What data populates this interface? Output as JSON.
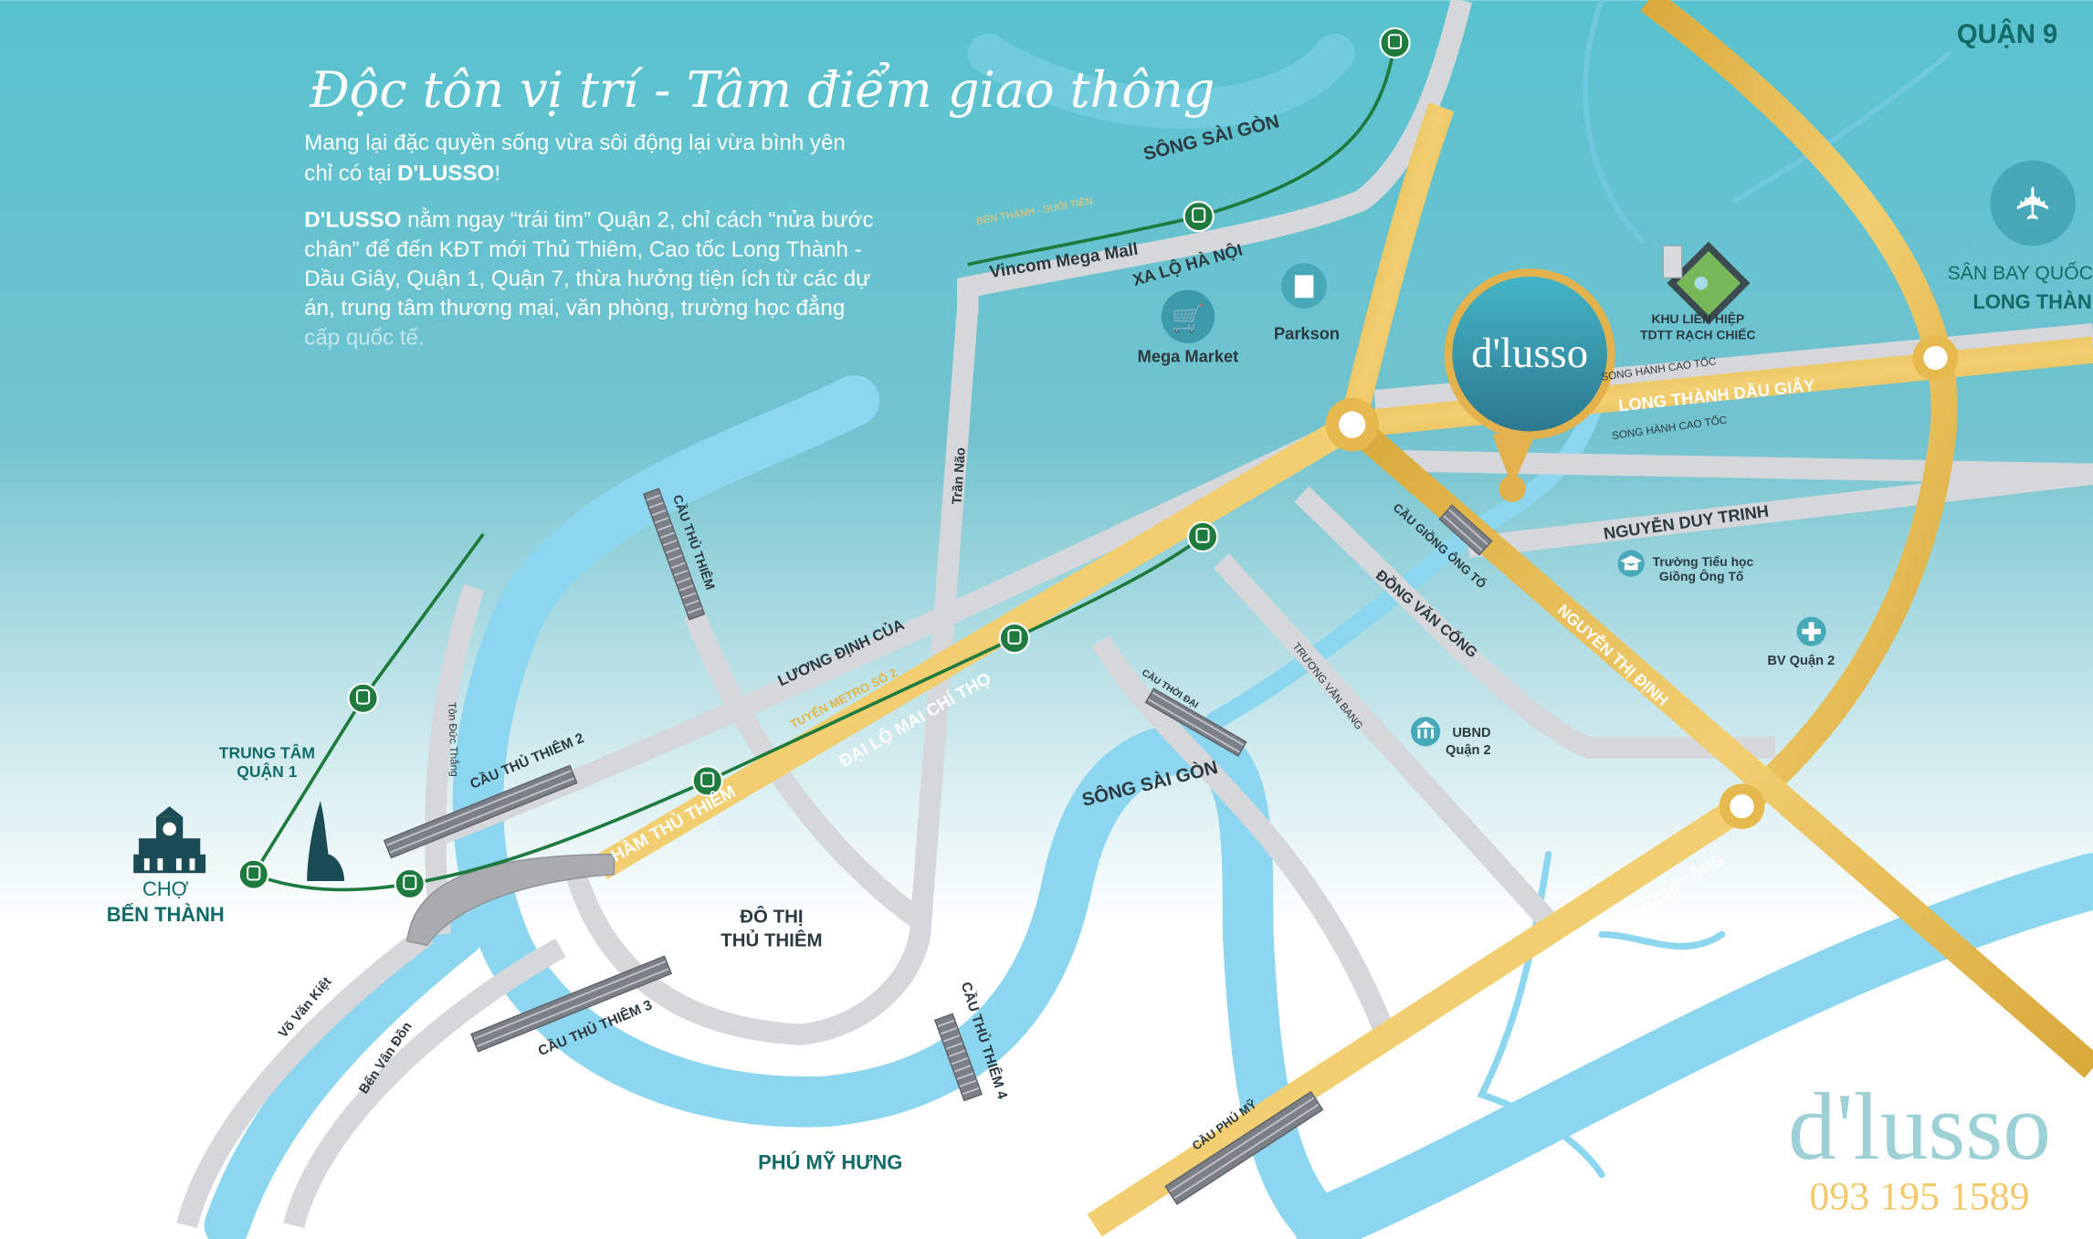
{
  "header": {
    "title": "Độc tôn vị trí - Tâm điểm giao thông",
    "intro_line1": "Mang lại đặc quyền sống vừa sôi động lại vừa bình yên",
    "intro_line2_prefix": "chỉ có tại ",
    "intro_brand": "D'LUSSO",
    "intro_suffix": "!",
    "body_brand": "D'LUSSO",
    "body_line1": " nằm ngay “trái tim” Quận 2, chỉ cách “nửa bước",
    "body_line2": "chân” để đến KĐT mới Thủ Thiêm, Cao tốc Long Thành -",
    "body_line3": "Dầu Giây, Quận 1, Quận 7, thừa hưởng tiện ích từ các dự",
    "body_line4": "án, trung tâm thương mại, văn phòng, trường học đẳng",
    "body_line5": "cấp quốc tế."
  },
  "districts": {
    "quan9": "QUẬN 9",
    "airport_line1": "SÂN BAY QUỐC TẾ",
    "airport_line2": "LONG THÀNH",
    "trung_tam_1": "TRUNG TÂM",
    "trung_tam_2": "QUẬN 1",
    "cho_1": "CHỢ",
    "cho_2": "BẾN THÀNH",
    "dothi_1": "ĐÔ THỊ",
    "dothi_2": "THỦ THIÊM",
    "phu_my_hung": "PHÚ MỸ HƯNG"
  },
  "rivers": {
    "song_sai_gon_top": "SÔNG SÀI GÒN",
    "song_sai_gon_mid": "SÔNG SÀI GÒN"
  },
  "roads": {
    "xa_lo_ha_noi": "XA LỘ HÀ NỘI",
    "tran_nao": "Trần Não",
    "luong_dinh_cua": "LƯƠNG ĐỊNH CỦA",
    "mai_chi_tho": "ĐẠI LỘ MAI CHÍ THỌ",
    "ham_thu_thiem": "HẦM THỦ THIÊM",
    "ton_duc_thang": "Tôn Đức Thắng",
    "vo_van_kiet": "Võ Văn Kiệt",
    "ben_van_don": "Bến Vân Đồn",
    "truong_van_bang": "TRƯƠNG VĂN BANG",
    "dong_van_cong": "ĐỒNG VĂN CỐNG",
    "nguyen_thi_dinh": "NGUYỄN THỊ ĐỊNH",
    "vo_chi_cong": "VÕ CHÍ CÔNG",
    "nguyen_duy_trinh": "NGUYỄN DUY TRINH",
    "song_hanh_1": "SONG HÀNH CAO TỐC",
    "song_hanh_2": "SONG HÀNH CAO TỐC",
    "long_thanh_dau_giay": "LONG THÀNH DẦU GIÂY"
  },
  "metro": {
    "line1": "BẾN THÀNH - SUỐI TIÊN",
    "line2": "TUYẾN METRO SỐ 2",
    "color": "#1e7a3d"
  },
  "bridges": {
    "cau_thu_thiem": "CẦU THỦ THIÊM",
    "cau_thu_thiem_2": "CẦU THỦ THIÊM 2",
    "cau_thu_thiem_3": "CẦU THỦ THIÊM 3",
    "cau_thu_thiem_4": "CẦU THỦ THIÊM 4",
    "cau_phu_my": "CẦU PHÚ MỸ",
    "cau_thoi_dai": "CẦU THỜI ĐẠI",
    "cau_giong_ong_to": "CẦU GIỒNG ÔNG TỐ"
  },
  "poi": {
    "vincom": "Vincom Mega Mall",
    "mega_market": "Mega Market",
    "parkson": "Parkson",
    "khu_lien_hiep_1": "KHU LIÊN HIỆP",
    "khu_lien_hiep_2": "TDTT RẠCH CHIẾC",
    "school_1": "Trường Tiểu học",
    "school_2": "Giồng Ông Tố",
    "hospital": "BV Quận 2",
    "ubnd_1": "UBND",
    "ubnd_2": "Quận 2"
  },
  "project": {
    "logo": "d'lusso",
    "watermark_logo": "d'lusso",
    "phone": "093 195 1589"
  },
  "colors": {
    "river": "#8dd6f0",
    "road": "#d5d7da",
    "highway": "#e2b548",
    "label_teal": "#136b68"
  }
}
